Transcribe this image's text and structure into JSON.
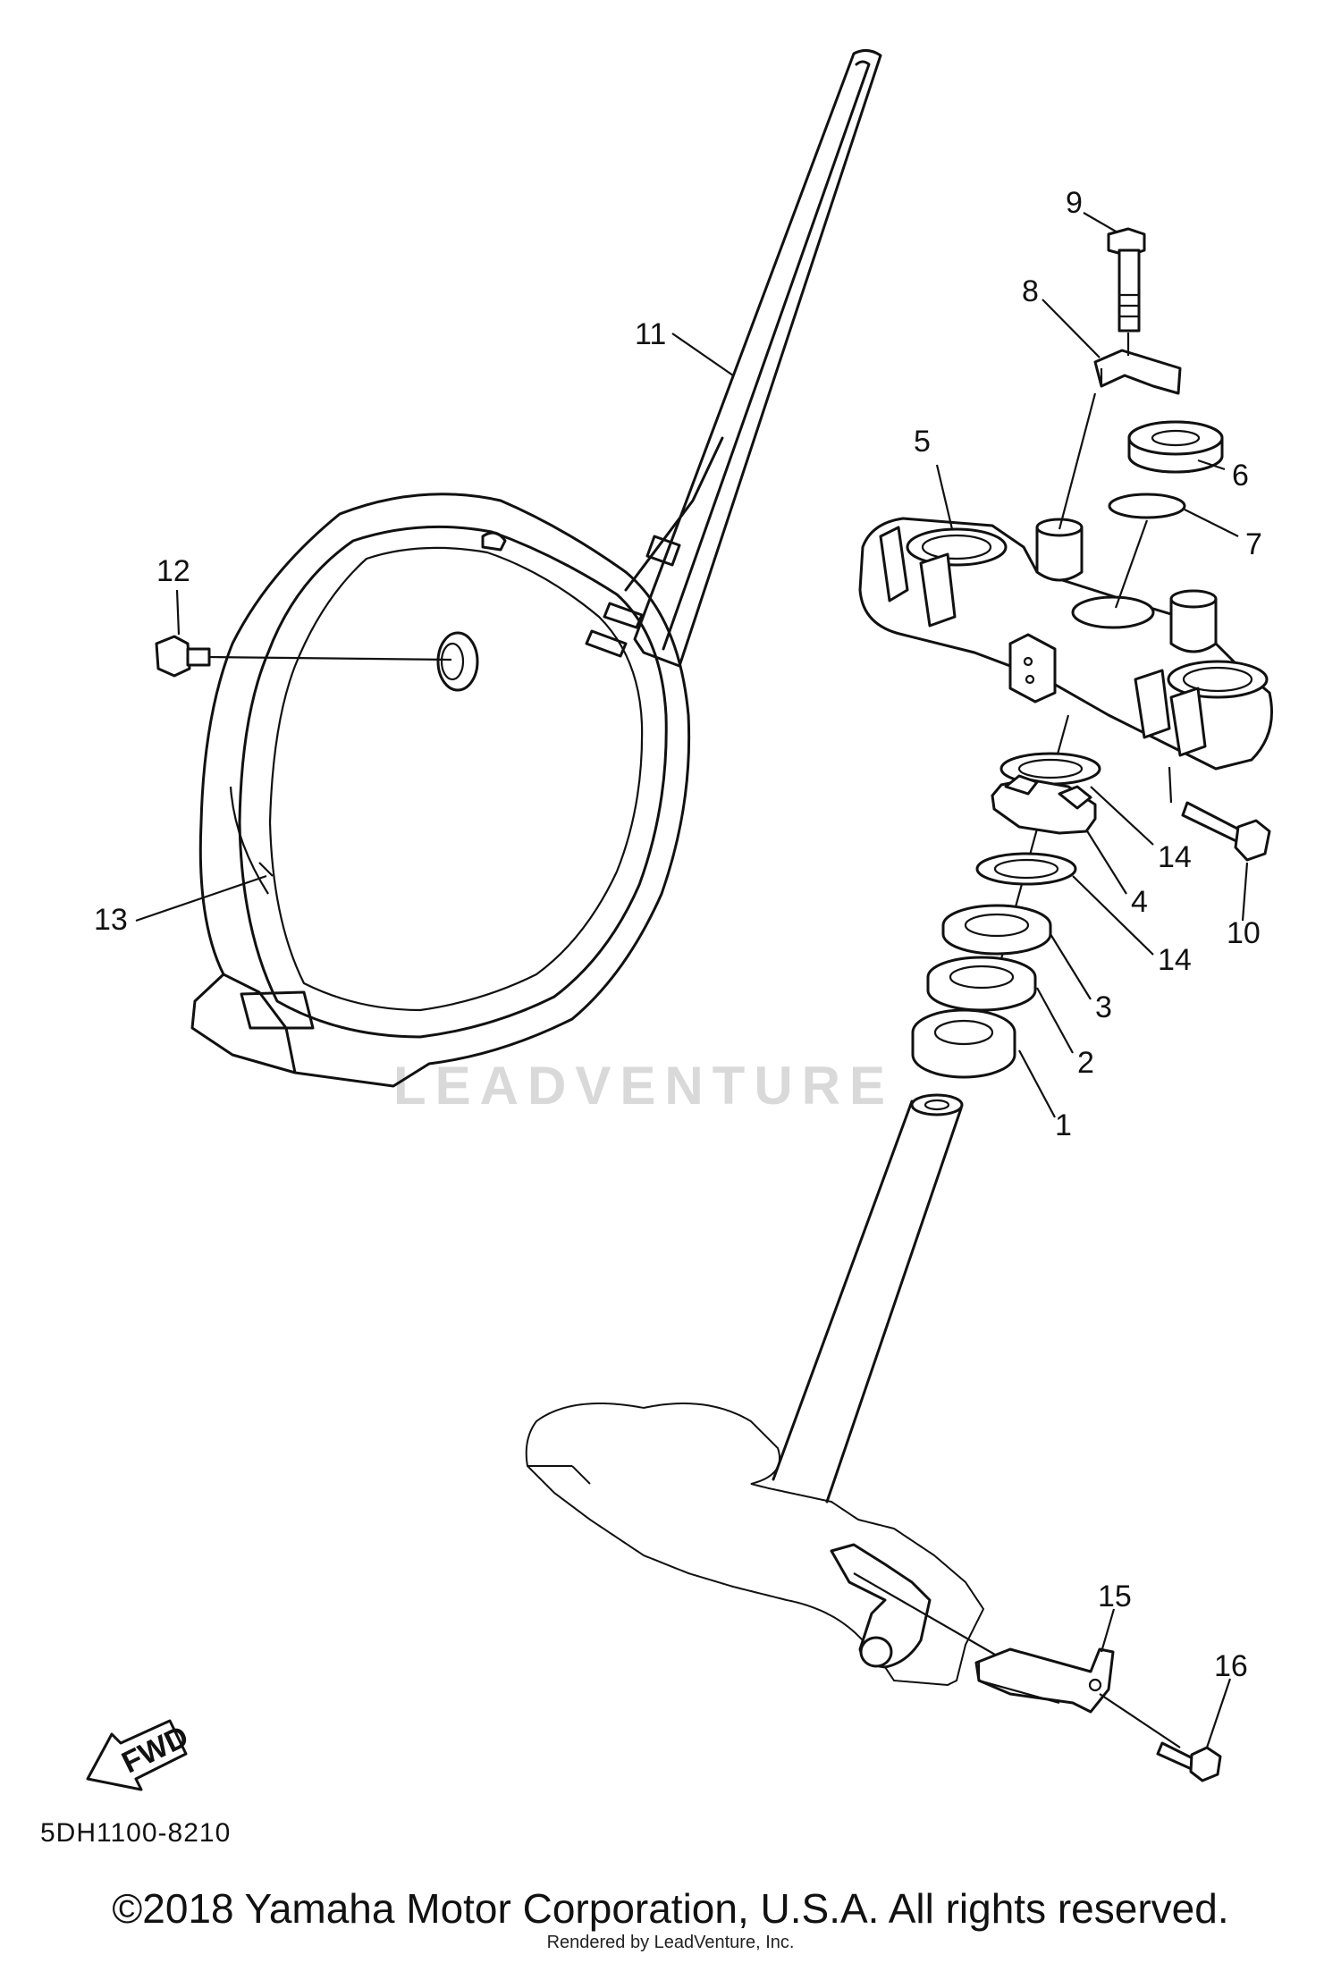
{
  "diagram": {
    "code": "5DH1100-8210",
    "fwd_label": "FWD",
    "watermark": "LEADVENTURE",
    "copyright": "©2018 Yamaha Motor Corporation, U.S.A. All rights reserved.",
    "rendered_by": "Rendered by LeadVenture, Inc.",
    "callouts": [
      "1",
      "2",
      "3",
      "4",
      "5",
      "6",
      "7",
      "8",
      "9",
      "10",
      "11",
      "12",
      "13",
      "14",
      "14",
      "15",
      "16"
    ]
  }
}
